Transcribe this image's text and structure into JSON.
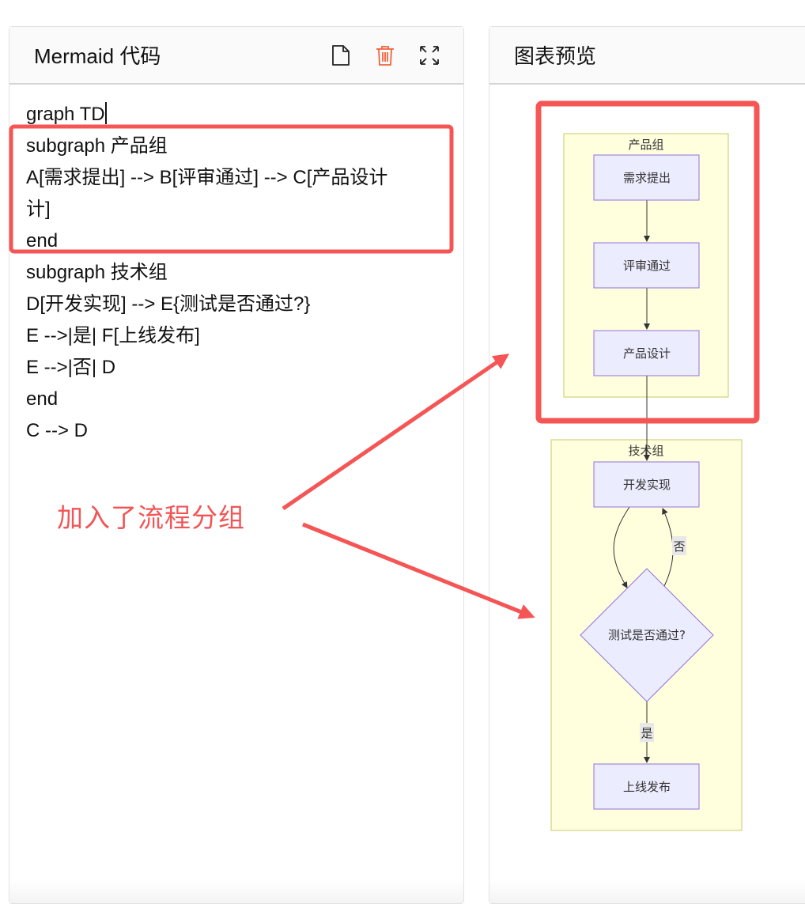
{
  "editor": {
    "title": "Mermaid 代码",
    "icons": [
      "new-file-icon",
      "trash-icon",
      "fullscreen-icon"
    ],
    "lines": [
      "graph TD",
      "subgraph 产品组",
      "A[需求提出] --> B[评审通过] --> C[产品设计",
      "计]",
      "end",
      "subgraph 技术组",
      "D[开发实现] --> E{测试是否通过?}",
      "E -->|是| F[上线发布]",
      "E -->|否| D",
      "end",
      "C --> D"
    ]
  },
  "preview": {
    "title": "图表预览",
    "subgraphs": [
      "产品组",
      "技术组"
    ],
    "nodes": {
      "A": "需求提出",
      "B": "评审通过",
      "C": "产品设计",
      "D": "开发实现",
      "E": "测试是否通过?",
      "F": "上线发布"
    },
    "edge_labels": {
      "yes": "是",
      "no": "否"
    }
  },
  "annotation": {
    "text": "加入了流程分组",
    "color": "#f25555"
  }
}
